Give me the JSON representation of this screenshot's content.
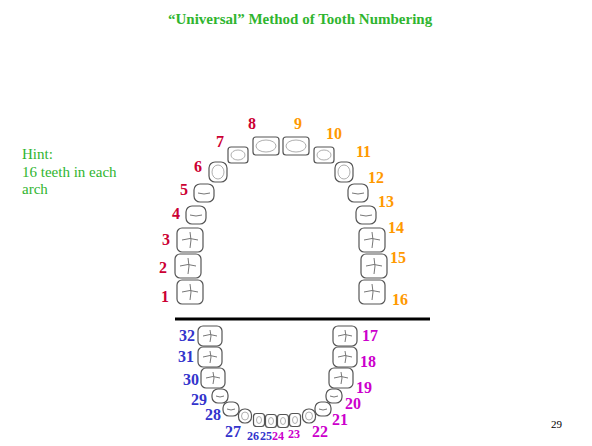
{
  "diagram": {
    "title": "“Universal” Method of Tooth Numbering",
    "labels": [
      "Hint:",
      "16 teeth in each arch",
      "1",
      "2",
      "3",
      "4",
      "5",
      "6",
      "7",
      "8",
      "9",
      "10",
      "11",
      "12",
      "13",
      "14",
      "15",
      "16",
      "17",
      "18",
      "19",
      "20",
      "21",
      "22",
      "23",
      "24",
      "25",
      "26",
      "27",
      "28",
      "29",
      "30",
      "31",
      "32",
      "29"
    ]
  }
}
